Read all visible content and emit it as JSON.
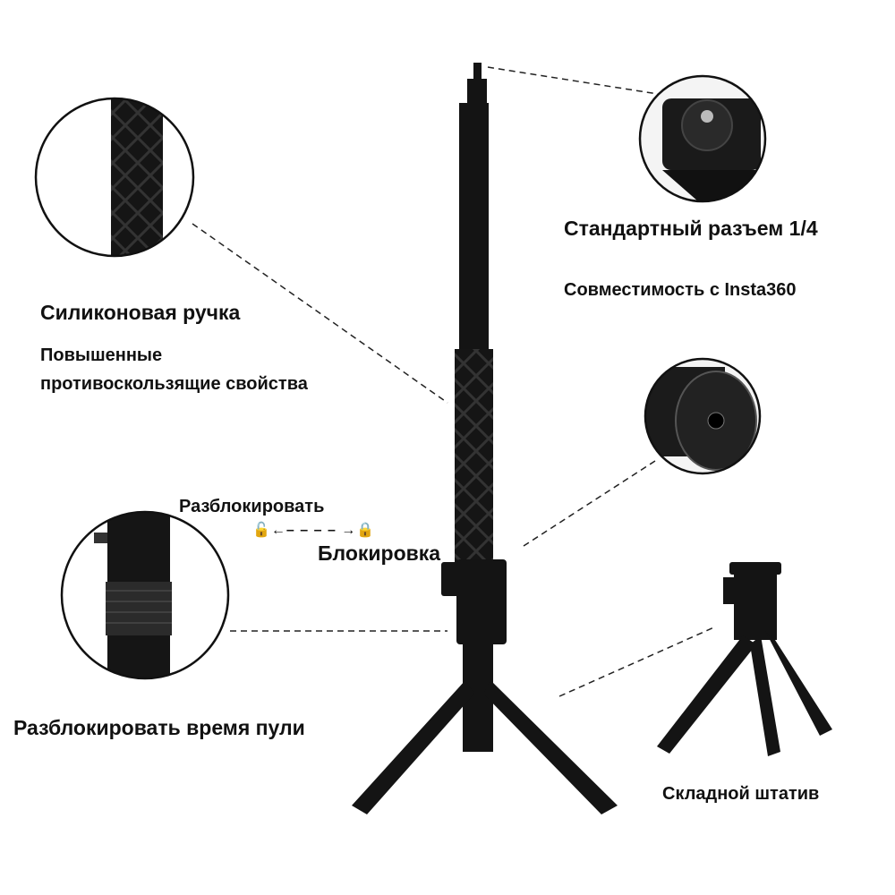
{
  "callouts": {
    "grip_title": "Силиконовая ручка",
    "grip_desc_line1": "Повышенные",
    "grip_desc_line2": "противоскользящие свойства",
    "thread_title": "Стандартный разъем 1/4",
    "compat": "Совместимость с Insta360",
    "unlock": "Разблокировать",
    "lock_arrow": "←– – – – →",
    "lock": "Блокировка",
    "bullet_time": "Разблокировать время пули",
    "tripod": "Складной штатив"
  },
  "colors": {
    "product": "#141414",
    "highlight": "#3a3a3a"
  }
}
